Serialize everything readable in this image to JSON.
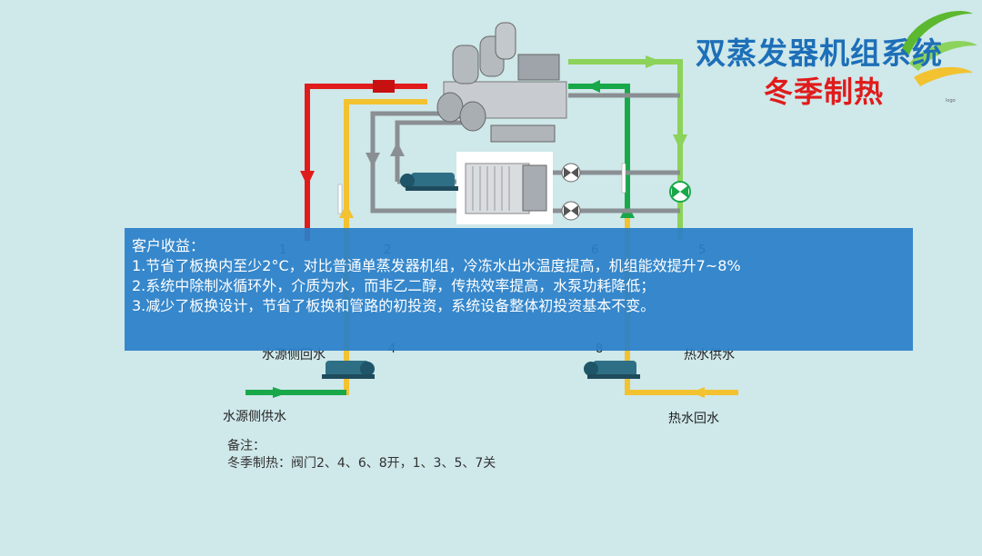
{
  "title": {
    "line1": "双蒸发器机组系统",
    "line2": "冬季制热"
  },
  "benefits": {
    "heading": "客户收益：",
    "items": [
      "1.节省了板换内至少2°C，对比普通单蒸发器机组，冷冻水出水温度提高，机组能效提升7~8%",
      "2.系统中除制冰循环外，介质为水，而非乙二醇，传热效率提高，水泵功耗降低；",
      "3.减少了板换设计，节省了板换和管路的初投资，系统设备整体初投资基本不变。"
    ]
  },
  "labels": {
    "source_return": "水源侧回水",
    "source_supply": "水源侧供水",
    "hot_return": "热水回水",
    "hot_supply": "热水供水"
  },
  "valves": {
    "v1": "1",
    "v2": "2",
    "v4": "4",
    "v5": "5",
    "v6": "6",
    "v8": "8"
  },
  "note": {
    "heading": "备注：",
    "text": "冬季制热：阀门2、4、6、8开，1、3、5、7关"
  },
  "colors": {
    "red": "#e01b1b",
    "yellow": "#f2c230",
    "green": "#18a84a",
    "light_green": "#8bd35a",
    "gray": "#8a8f93",
    "blue_pipe": "#3b5fb5"
  }
}
